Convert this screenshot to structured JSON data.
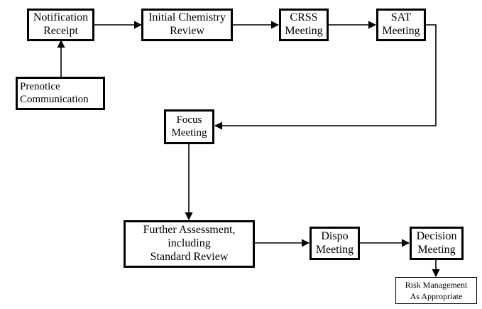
{
  "nodes": {
    "notification_receipt": {
      "lines": [
        "Notification",
        "Receipt"
      ]
    },
    "initial_chemistry_review": {
      "lines": [
        "Initial Chemistry",
        "Review"
      ]
    },
    "crss_meeting": {
      "lines": [
        "CRSS",
        "Meeting"
      ]
    },
    "sat_meeting": {
      "lines": [
        "SAT",
        "Meeting"
      ]
    },
    "prenotice_communication": {
      "lines": [
        "Prenotice",
        "Communication"
      ]
    },
    "focus_meeting": {
      "lines": [
        "Focus",
        "Meeting"
      ]
    },
    "further_assessment": {
      "lines": [
        "Further Assessment,",
        "including",
        "Standard Review"
      ]
    },
    "dispo_meeting": {
      "lines": [
        "Dispo",
        "Meeting"
      ]
    },
    "decision_meeting": {
      "lines": [
        "Decision",
        "Meeting"
      ]
    },
    "risk_management": {
      "lines": [
        "Risk Management",
        "As Appropriate"
      ]
    }
  },
  "edges": [
    {
      "from": "Prenotice Communication",
      "to": "Notification Receipt"
    },
    {
      "from": "Notification Receipt",
      "to": "Initial Chemistry Review"
    },
    {
      "from": "Initial Chemistry Review",
      "to": "CRSS Meeting"
    },
    {
      "from": "CRSS Meeting",
      "to": "SAT Meeting"
    },
    {
      "from": "SAT Meeting",
      "to": "Focus Meeting"
    },
    {
      "from": "Focus Meeting",
      "to": "Further Assessment, including Standard Review"
    },
    {
      "from": "Further Assessment, including Standard Review",
      "to": "Dispo Meeting"
    },
    {
      "from": "Dispo Meeting",
      "to": "Decision Meeting"
    },
    {
      "from": "Decision Meeting",
      "to": "Risk Management As Appropriate"
    }
  ],
  "colors": {
    "stroke": "#000000",
    "background": "#ffffff"
  }
}
